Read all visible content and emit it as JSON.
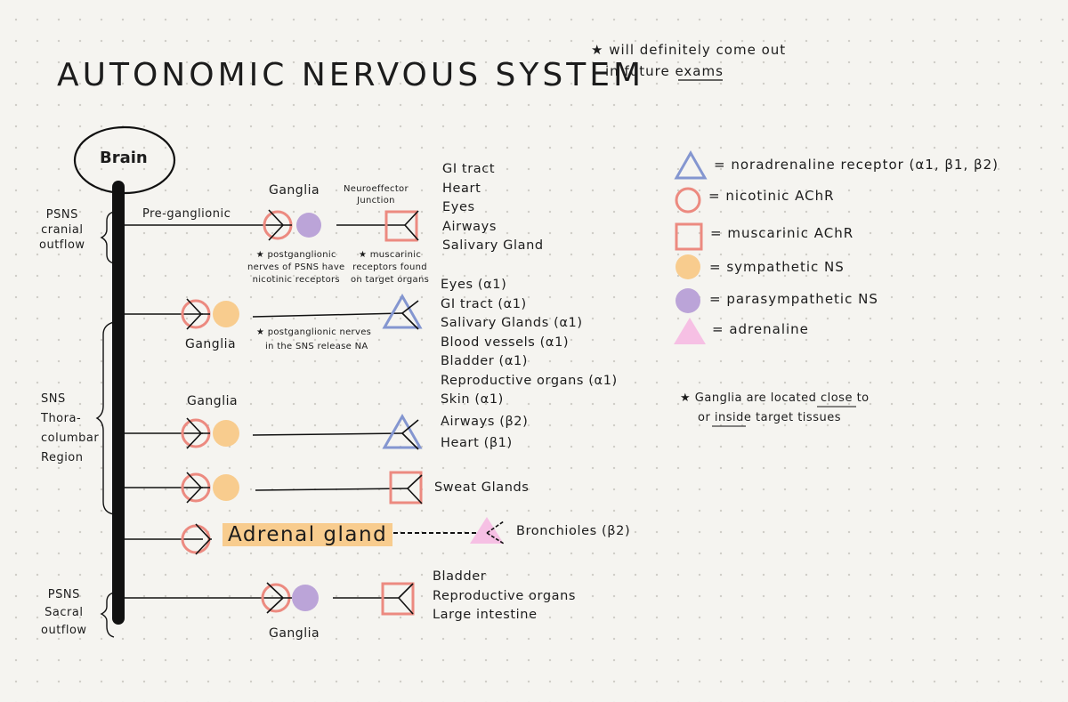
{
  "title": "AUTONOMIC NERVOUS SYSTEM",
  "note": {
    "line1": "★ will definitely come out",
    "line2": "in future exams"
  },
  "brain_label": "Brain",
  "regions": {
    "psns_cranial": [
      "PSNS",
      "cranial",
      "outflow"
    ],
    "sns": [
      "SNS",
      "Thora-",
      "columbar",
      "Region"
    ],
    "psns_sacral": [
      "PSNS",
      "Sacral",
      "outflow"
    ]
  },
  "labels": {
    "pre_ganglionic": "Pre-ganglionic",
    "ganglia": "Ganglia",
    "neuroeffector": [
      "Neuroeffector",
      "Junction"
    ],
    "note_psns_post": [
      "★ postganglionic",
      "nerves of PSNS have",
      "nicotinic receptors"
    ],
    "note_muscarinic": [
      "★ muscarinic",
      "receptors found",
      "on target organs"
    ],
    "note_sns_post": [
      "★ postganglionic nerves",
      "in the SNS release NA"
    ],
    "adrenal_gland": "Adrenal gland",
    "bronchioles": "Bronchioles (β2)"
  },
  "targets": {
    "psns_cranial": [
      "GI tract",
      "Heart",
      "Eyes",
      "Airways",
      "Salivary Gland"
    ],
    "sns_alpha": [
      "Eyes (α1)",
      "GI tract (α1)",
      "Salivary Glands (α1)",
      "Blood vessels (α1)",
      "Bladder (α1)",
      "Reproductive organs (α1)",
      "Skin (α1)"
    ],
    "sns_beta": [
      "Airways (β2)",
      "Heart (β1)"
    ],
    "sweat": [
      "Sweat Glands"
    ],
    "psns_sacral": [
      "Bladder",
      "Reproductive organs",
      "Large intestine"
    ]
  },
  "legend": [
    {
      "icon": "blue-triangle-icon",
      "text": "= noradrenaline receptor (α1, β1, β2)"
    },
    {
      "icon": "pink-circle-icon",
      "text": "= nicotinic AChR"
    },
    {
      "icon": "pink-square-icon",
      "text": "= muscarinic AChR"
    },
    {
      "icon": "orange-dot-icon",
      "text": "= sympathetic NS"
    },
    {
      "icon": "purple-dot-icon",
      "text": "= parasympathetic NS"
    },
    {
      "icon": "pink-filled-triangle-icon",
      "text": "= adrenaline"
    }
  ],
  "footnote": {
    "line1": "★ Ganglia are located close to",
    "line2": "or inside target tissues"
  },
  "colors": {
    "nicotinic": "#ec8a80",
    "muscarinic": "#ec8a80",
    "noradrenaline": "#8496d0",
    "sympathetic": "#f8cc8e",
    "parasympathetic": "#bba4d8",
    "adrenaline": "#f6c0e4",
    "ink": "#111111"
  }
}
